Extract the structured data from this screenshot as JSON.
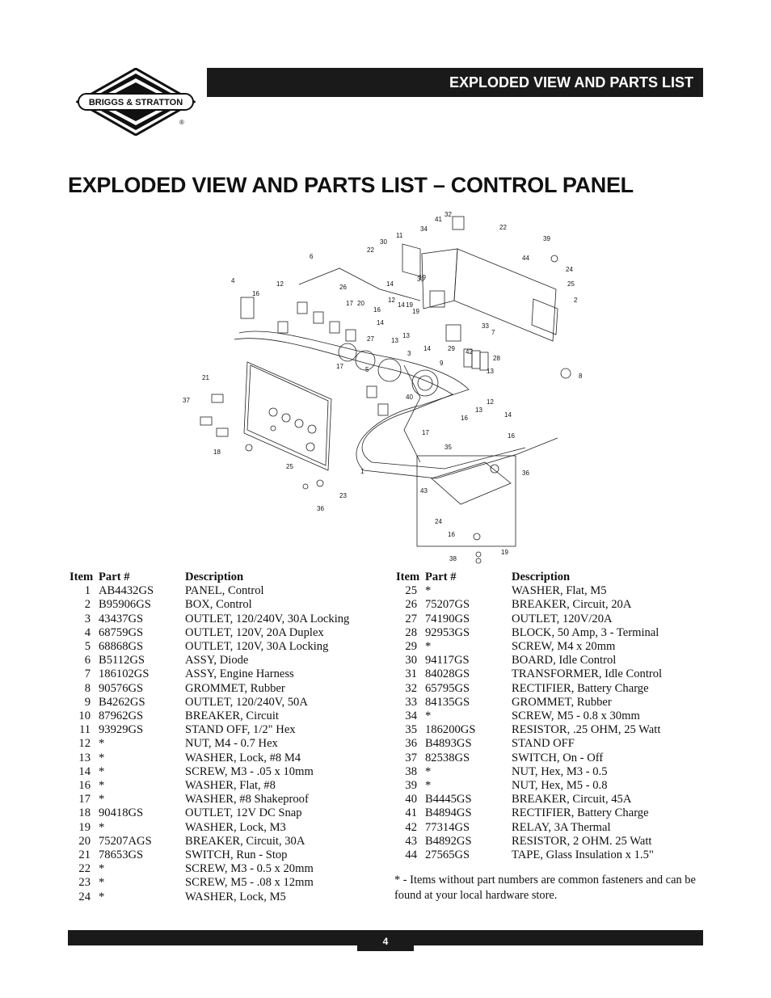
{
  "brand": {
    "name": "BRIGGS & STRATTON",
    "registered": "®"
  },
  "header": {
    "section_title": "EXPLODED VIEW AND PARTS LIST"
  },
  "title": "EXPLODED VIEW AND PARTS LIST – CONTROL PANEL",
  "diagram": {
    "callouts": [
      "41",
      "32",
      "34",
      "30",
      "11",
      "22",
      "39",
      "6",
      "22",
      "44",
      "24",
      "25",
      "2",
      "4",
      "16",
      "12",
      "26",
      "14",
      "19",
      "31",
      "17",
      "20",
      "12",
      "14",
      "19",
      "14",
      "33",
      "13",
      "16",
      "19",
      "27",
      "13",
      "3",
      "7",
      "17",
      "5",
      "14",
      "29",
      "42",
      "28",
      "13",
      "9",
      "8",
      "21",
      "37",
      "40",
      "16",
      "12",
      "13",
      "18",
      "17",
      "14",
      "16",
      "35",
      "36",
      "43",
      "24",
      "25",
      "1",
      "23",
      "36",
      "16",
      "38",
      "19"
    ]
  },
  "parts_left": {
    "headers": {
      "item": "Item",
      "part": "Part #",
      "desc": "Description"
    },
    "rows": [
      [
        "1",
        "AB4432GS",
        "PANEL, Control"
      ],
      [
        "2",
        "B95906GS",
        "BOX, Control"
      ],
      [
        "3",
        "43437GS",
        "OUTLET, 120/240V, 30A Locking"
      ],
      [
        "4",
        "68759GS",
        "OUTLET, 120V, 20A Duplex"
      ],
      [
        "5",
        "68868GS",
        "OUTLET, 120V, 30A Locking"
      ],
      [
        "6",
        "B5112GS",
        "ASSY, Diode"
      ],
      [
        "7",
        "186102GS",
        "ASSY, Engine Harness"
      ],
      [
        "8",
        "90576GS",
        "GROMMET, Rubber"
      ],
      [
        "9",
        "B4262GS",
        "OUTLET, 120/240V, 50A"
      ],
      [
        "10",
        "87962GS",
        "BREAKER, Circuit"
      ],
      [
        "11",
        "93929GS",
        "STAND OFF, 1/2\" Hex"
      ],
      [
        "12",
        "*",
        "NUT, M4 - 0.7 Hex"
      ],
      [
        "13",
        "*",
        "WASHER, Lock, #8 M4"
      ],
      [
        "14",
        "*",
        "SCREW, M3 - .05 x 10mm"
      ],
      [
        "16",
        "*",
        "WASHER, Flat, #8"
      ],
      [
        "17",
        "*",
        "WASHER, #8 Shakeproof"
      ],
      [
        "18",
        "90418GS",
        "OUTLET, 12V DC Snap"
      ],
      [
        "19",
        "*",
        "WASHER, Lock, M3"
      ],
      [
        "20",
        "75207AGS",
        "BREAKER, Circuit, 30A"
      ],
      [
        "21",
        "78653GS",
        "SWITCH, Run - Stop"
      ],
      [
        "22",
        "*",
        "SCREW, M3 - 0.5 x 20mm"
      ],
      [
        "23",
        "*",
        "SCREW, M5 - .08 x 12mm"
      ],
      [
        "24",
        "*",
        "WASHER, Lock, M5"
      ]
    ]
  },
  "parts_right": {
    "headers": {
      "item": "Item",
      "part": "Part #",
      "desc": "Description"
    },
    "rows": [
      [
        "25",
        "*",
        "WASHER, Flat, M5"
      ],
      [
        "26",
        "75207GS",
        "BREAKER, Circuit, 20A"
      ],
      [
        "27",
        "74190GS",
        "OUTLET, 120V/20A"
      ],
      [
        "28",
        "92953GS",
        "BLOCK, 50 Amp, 3 - Terminal"
      ],
      [
        "29",
        "*",
        "SCREW, M4 x 20mm"
      ],
      [
        "30",
        "94117GS",
        "BOARD, Idle Control"
      ],
      [
        "31",
        "84028GS",
        "TRANSFORMER, Idle Control"
      ],
      [
        "32",
        "65795GS",
        "RECTIFIER, Battery Charge"
      ],
      [
        "33",
        "84135GS",
        "GROMMET, Rubber"
      ],
      [
        "34",
        "*",
        "SCREW, M5 - 0.8 x 30mm"
      ],
      [
        "35",
        "186200GS",
        "RESISTOR, .25 OHM, 25 Watt"
      ],
      [
        "36",
        "B4893GS",
        "STAND OFF"
      ],
      [
        "37",
        "82538GS",
        "SWITCH, On - Off"
      ],
      [
        "38",
        "*",
        "NUT, Hex, M3 - 0.5"
      ],
      [
        "39",
        "*",
        "NUT, Hex, M5 - 0.8"
      ],
      [
        "40",
        "B4445GS",
        "BREAKER, Circuit, 45A"
      ],
      [
        "41",
        "B4894GS",
        "RECTIFIER, Battery Charge"
      ],
      [
        "42",
        "77314GS",
        "RELAY, 3A Thermal"
      ],
      [
        "43",
        "B4892GS",
        "RESISTOR, 2 OHM. 25 Watt"
      ],
      [
        "44",
        "27565GS",
        "TAPE, Glass Insulation x 1.5\""
      ]
    ]
  },
  "footnote": "* - Items without part numbers are common fasteners and can be found at your local hardware store.",
  "footer": {
    "page_number": "4"
  }
}
